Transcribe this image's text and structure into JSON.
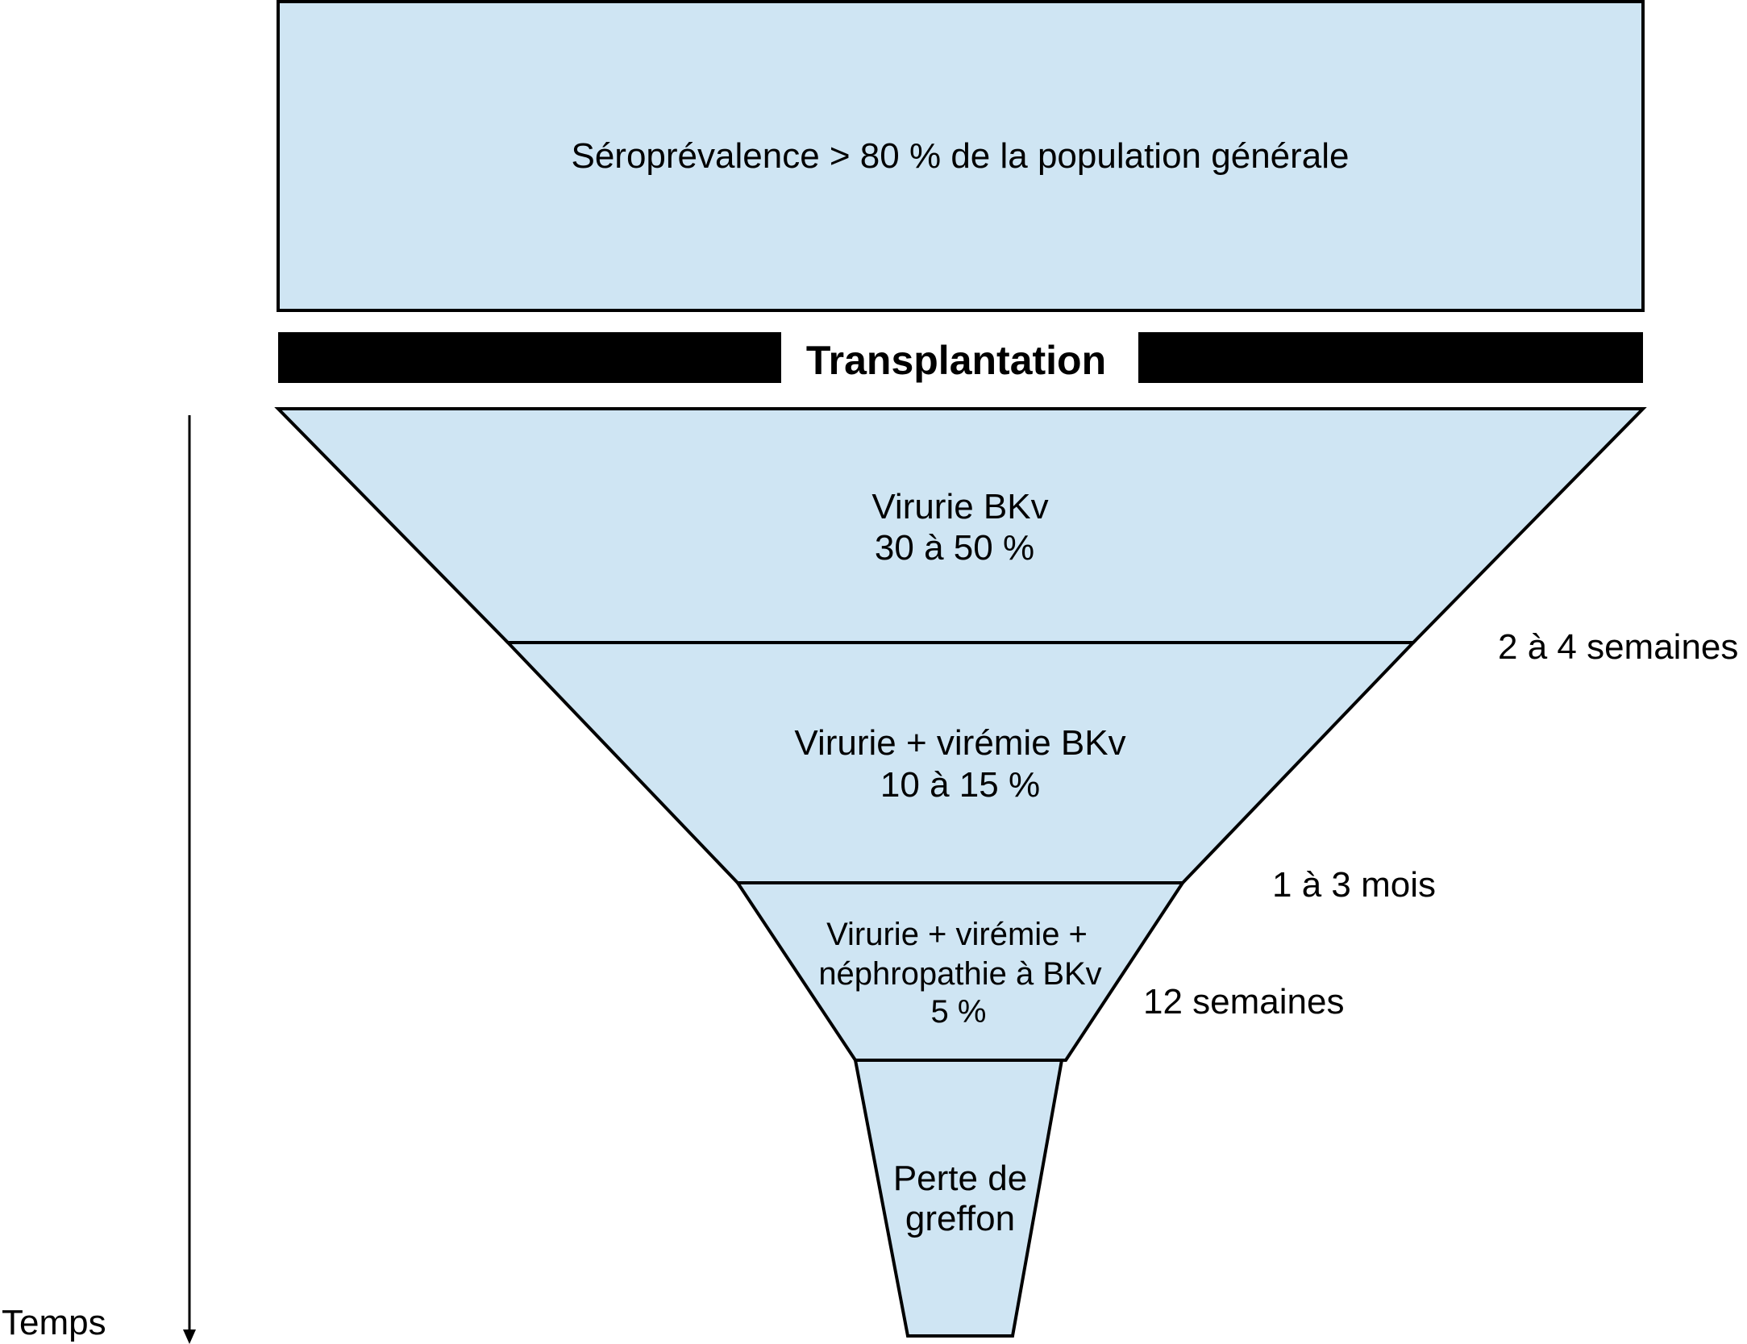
{
  "seroprevalence": {
    "label": "Séroprévalence > 80 % de la population générale"
  },
  "transplantation": {
    "label": "Transplantation"
  },
  "stages": [
    {
      "line1": "Virurie BKv",
      "line2": "30 à 50 %"
    },
    {
      "line1": "Virurie + virémie BKv",
      "line2": "10 à 15 %"
    },
    {
      "line1": "Virurie + virémie +",
      "line2": "néphropathie à BKv",
      "line3": "5 %"
    },
    {
      "line1": "Perte de",
      "line2": "greffon"
    }
  ],
  "intervals": [
    {
      "label": "2 à 4 semaines"
    },
    {
      "label": "1 à 3 mois"
    },
    {
      "label": "12 semaines"
    }
  ],
  "time_axis": {
    "label": "Temps"
  },
  "colors": {
    "fill": "#cfe5f3",
    "stroke": "#000000",
    "bar": "#000000"
  }
}
